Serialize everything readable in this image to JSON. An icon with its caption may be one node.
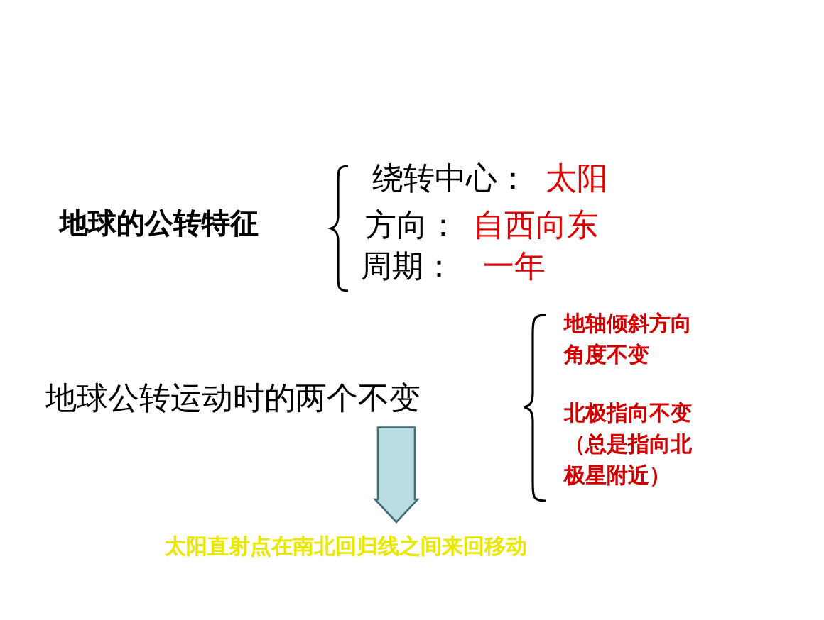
{
  "diagram": {
    "nodes": [
      {
        "text": [
          "地球的公转特征"
        ]
      },
      {
        "text": [
          "地球公转运动时的两个不变"
        ]
      },
      {
        "text": [
          "太阳直射点在南北回归线之间来回移动"
        ]
      }
    ],
    "edges": [
      {
        "from": 1,
        "to": 2,
        "arrow": "to"
      }
    ],
    "labels": [
      "绕转中心：",
      "太阳",
      "方向：",
      "自西向东",
      "周期：",
      "一年",
      "地轴倾斜方向角度不变",
      "北极指向不变（总是指向北极星附近）"
    ]
  }
}
